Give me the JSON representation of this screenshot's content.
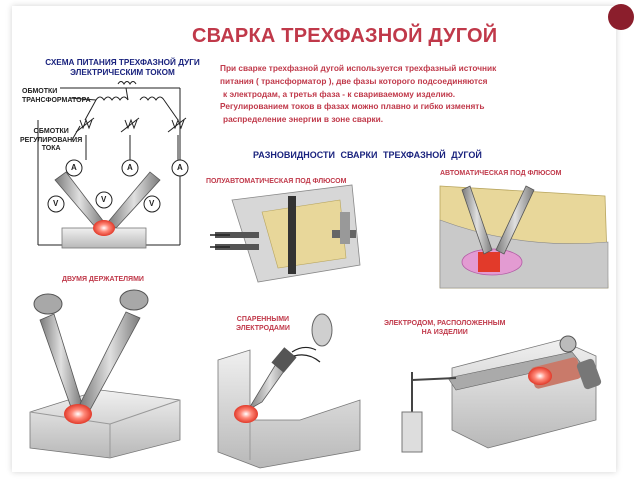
{
  "title": "СВАРКА ТРЕХФАЗНОЙ ДУГОЙ",
  "scheme": {
    "title_line1": "СХЕМА ПИТАНИЯ ТРЕХФАЗНОЙ ДУГИ",
    "title_line2": "ЭЛЕКТРИЧЕСКИМ ТОКОМ",
    "label_transformer_1": "ОБМОТКИ",
    "label_transformer_2": "ТРАНСФОРМАТОРА",
    "label_regulation_1": "ОБМОТКИ",
    "label_regulation_2": "РЕГУЛИРОВАНИЯ",
    "label_regulation_3": "ТОКА",
    "ammeter": "A",
    "voltmeter": "V"
  },
  "description": [
    "При сварке трехфазной дугой используется трехфазный источник",
    "питания ( трансформатор ), две фазы которого подсоединяются",
    "к электродам, а третья фаза - к свариваемому изделию.",
    "Регулированием токов в фазах можно плавно и гибко изменять",
    "распределение энергии в зоне сварки."
  ],
  "section_title": "РАЗНОВИДНОСТИ СВАРКИ ТРЕХФАЗНОЙ ДУГОЙ",
  "variants": {
    "semi_auto": "ПОЛУАВТОМАТИЧЕСКАЯ ПОД ФЛЮСОМ",
    "auto": "АВТОМАТИЧЕСКАЯ ПОД ФЛЮСОМ",
    "two_holders": "ДВУМЯ ДЕРЖАТЕЛЯМИ",
    "paired_1": "СПАРЕННЫМИ",
    "paired_2": "ЭЛЕКТРОДАМИ",
    "on_part_1": "ЭЛЕКТРОДОМ, РАСПОЛОЖЕННЫМ",
    "on_part_2": "НА ИЗДЕЛИИ"
  },
  "colors": {
    "title": "#c0394a",
    "navy": "#1a237e",
    "flux": "#e8d79a",
    "metal": "#c9c9c9",
    "arc": "#ff5a4a"
  }
}
